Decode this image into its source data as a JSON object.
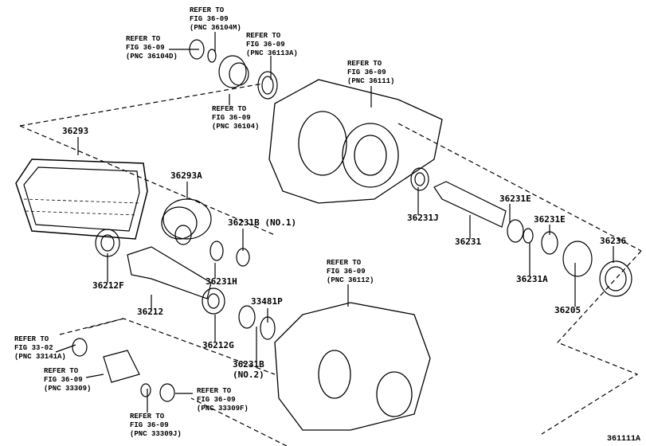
{
  "refs": [
    {
      "l1": "REFER TO",
      "l2": "FIG 36-09",
      "l3": "(PNC 36104M)"
    },
    {
      "l1": "REFER TO",
      "l2": "FIG 36-09",
      "l3": "(PNC 36104D)"
    },
    {
      "l1": "REFER TO",
      "l2": "FIG 36-09",
      "l3": "(PNC 36113A)"
    },
    {
      "l1": "REFER TO",
      "l2": "FIG 36-09",
      "l3": "(PNC 36104)"
    },
    {
      "l1": "REFER TO",
      "l2": "FIG 36-09",
      "l3": "(PNC 36111)"
    },
    {
      "l1": "REFER TO",
      "l2": "FIG 36-09",
      "l3": "(PNC 36112)"
    },
    {
      "l1": "REFER TO",
      "l2": "FIG 33-02",
      "l3": "(PNC 33141A)"
    },
    {
      "l1": "REFER TO",
      "l2": "FIG 36-09",
      "l3": "(PNC 33309)"
    },
    {
      "l1": "REFER TO",
      "l2": "FIG 36-09",
      "l3": "(PNC 33309F)"
    },
    {
      "l1": "REFER TO",
      "l2": "FIG 36-09",
      "l3": "(PNC 33309J)"
    }
  ],
  "parts": {
    "p36293": "36293",
    "p36293A": "36293A",
    "p36231B1": "36231B (NO.1)",
    "p36212F": "36212F",
    "p36231H": "36231H",
    "p36212": "36212",
    "p36212G": "36212G",
    "p33481P": "33481P",
    "p36231B2a": "36231B",
    "p36231B2b": "(NO.2)",
    "p36231J": "36231J",
    "p36231": "36231",
    "p36231E1": "36231E",
    "p36231E2": "36231E",
    "p36231A": "36231A",
    "p36236": "36236",
    "p36205": "36205"
  },
  "figure_id": "361111A"
}
